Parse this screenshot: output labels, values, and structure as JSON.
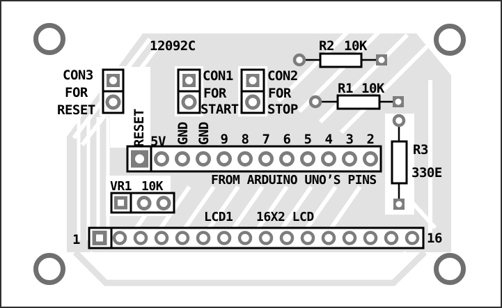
{
  "board": {
    "code": "12092C",
    "colors": {
      "trace_gray": "#e2e2e2",
      "pad_gray": "#7d7d7d",
      "mount_ring_gray": "#6f6f6f",
      "outline_black": "#000000"
    }
  },
  "connectors": {
    "con3": {
      "ref": "CON3",
      "word1": "FOR",
      "word2": "RESET"
    },
    "con1": {
      "ref": "CON1",
      "word1": "FOR",
      "word2": "START"
    },
    "con2": {
      "ref": "CON2",
      "word1": "FOR",
      "word2": "STOP"
    }
  },
  "resistors": {
    "r2": {
      "ref": "R2",
      "value": "10K"
    },
    "r1": {
      "ref": "R1",
      "value": "10K"
    },
    "r3": {
      "ref": "R3",
      "value": "330E"
    }
  },
  "potentiometer": {
    "ref": "VR1",
    "value": "10K"
  },
  "arduino_header": {
    "pin_labels": [
      "RESET",
      "5V",
      "GND",
      "GND",
      "9",
      "8",
      "7",
      "6",
      "5",
      "4",
      "3",
      "2"
    ],
    "caption": "FROM ARDUINO UNO’S PINS"
  },
  "lcd_header": {
    "ref": "LCD1",
    "type": "16X2 LCD",
    "first_pin": "1",
    "last_pin": "16"
  }
}
